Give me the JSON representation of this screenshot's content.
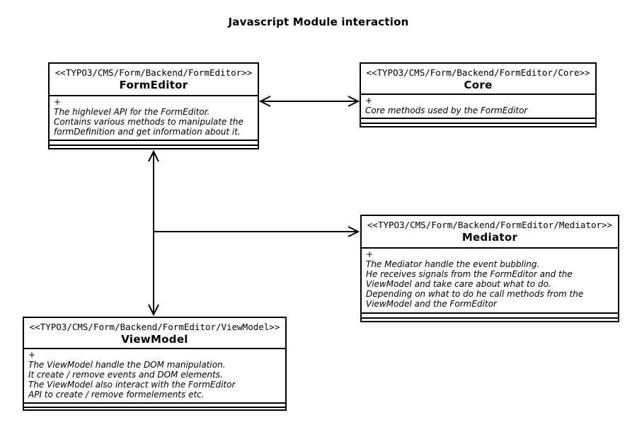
{
  "title": "Javascript Module interaction",
  "colors": {
    "line": "#000000",
    "background": "#ffffff",
    "text": "#000000"
  },
  "nodes": [
    {
      "id": "formeditor",
      "stereotype": "<<TYPO3/CMS/Form/Backend/FormEditor>>",
      "name": "FormEditor",
      "visibility": "+",
      "description": [
        "The highlevel API for the FormEditor.",
        "Contains various methods to manipulate the",
        "formDefinition and get information about it."
      ]
    },
    {
      "id": "core",
      "stereotype": "<<TYPO3/CMS/Form/Backend/FormEditor/Core>>",
      "name": "Core",
      "visibility": "+",
      "description": [
        "Core methods used by the FormEditor"
      ]
    },
    {
      "id": "mediator",
      "stereotype": "<<TYPO3/CMS/Form/Backend/FormEditor/Mediator>>",
      "name": "Mediator",
      "visibility": "+",
      "description": [
        "The Mediator handle the event bubbling.",
        "He receives signals from the FormEditor and the",
        "ViewModel and take care about what to do.",
        "Depending on what to do he call methods from the",
        "ViewModel and the FormEditor"
      ]
    },
    {
      "id": "viewmodel",
      "stereotype": "<<TYPO3/CMS/Form/Backend/FormEditor/ViewModel>>",
      "name": "ViewModel",
      "visibility": "+",
      "description": [
        "The ViewModel handle the DOM manipulation.",
        "It create / remove events and DOM elements.",
        "The ViewModel also interact with the FormEditor",
        "API to create / remove formelements etc."
      ]
    }
  ],
  "edges": [
    {
      "from": "FormEditor",
      "to": "Core",
      "style": "double-arrow"
    },
    {
      "from": "FormEditor",
      "to": "ViewModel",
      "style": "double-arrow"
    },
    {
      "from": "FormEditor-ViewModel-link",
      "to": "Mediator",
      "style": "arrow"
    }
  ]
}
